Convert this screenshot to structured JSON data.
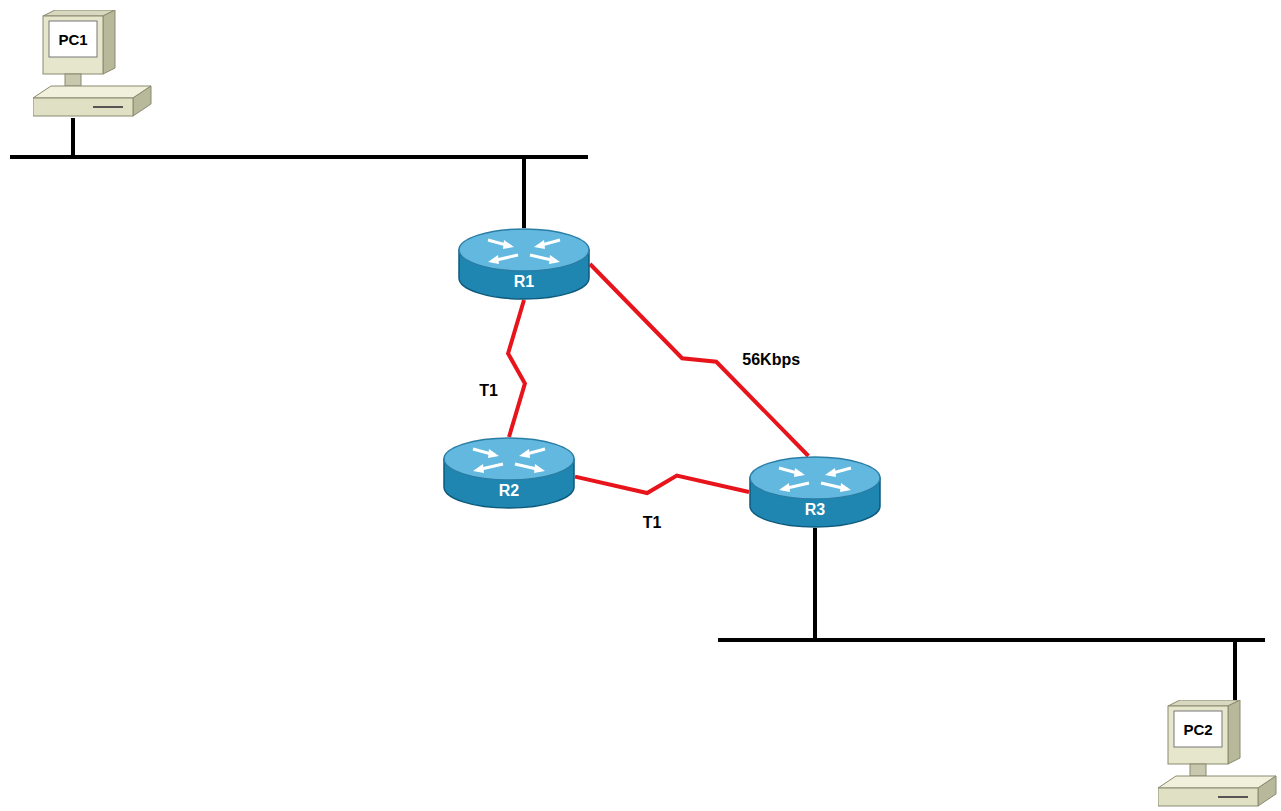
{
  "diagram": {
    "nodes": [
      {
        "text": [
          "PC1"
        ]
      },
      {
        "text": [
          "R1"
        ]
      },
      {
        "text": [
          "R2"
        ]
      },
      {
        "text": [
          "R3"
        ]
      },
      {
        "text": [
          "PC2"
        ]
      }
    ],
    "edges": [
      {
        "from": 0,
        "to": 1,
        "arrow": "none"
      },
      {
        "from": 1,
        "to": 2,
        "label": "T1",
        "arrow": "none"
      },
      {
        "from": 2,
        "to": 3,
        "label": "T1",
        "arrow": "none"
      },
      {
        "from": 1,
        "to": 3,
        "label": "56Kbps",
        "arrow": "none"
      },
      {
        "from": 3,
        "to": 4,
        "arrow": "none"
      }
    ]
  }
}
